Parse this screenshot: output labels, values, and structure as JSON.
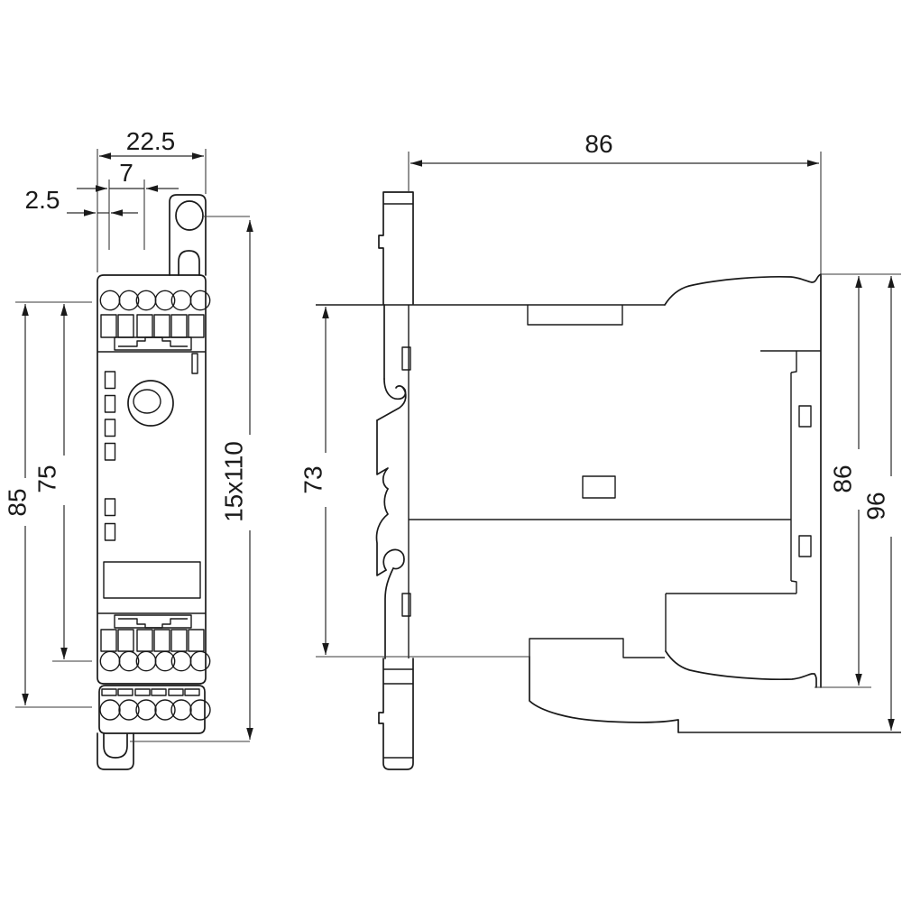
{
  "diagram": {
    "colors": {
      "line": "#1a1a1a",
      "dimension_line": "#2a2a2a",
      "background": "#ffffff"
    },
    "front_view": {
      "dim_overall_width": "22.5",
      "dim_rail_slot_width": "7",
      "dim_edge_offset": "2.5",
      "dim_terminal_span_outer": "85",
      "dim_terminal_span_inner": "75",
      "dim_fixing_slots": "15x110"
    },
    "side_view": {
      "dim_depth": "86",
      "dim_rail_section_height": "73",
      "dim_front_face_height": "86",
      "dim_overall_height": "96"
    }
  }
}
